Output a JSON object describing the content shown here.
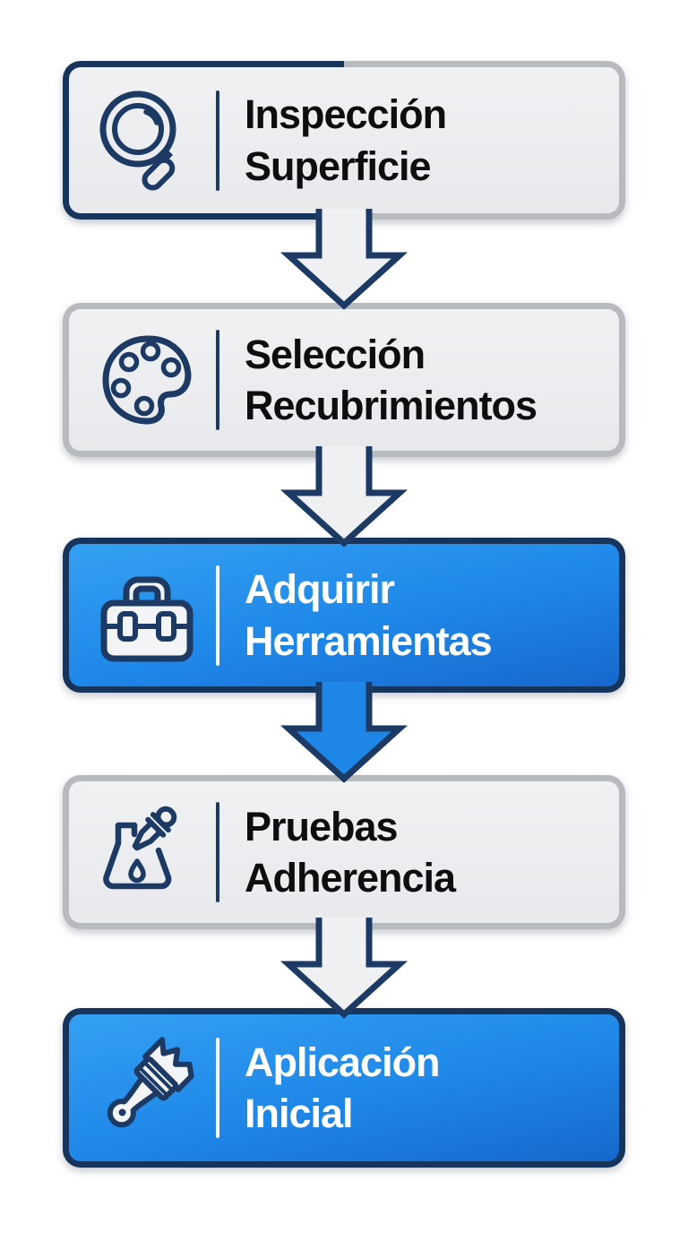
{
  "steps": [
    {
      "line1": "Inspección",
      "line2": "Superficie",
      "icon": "magnifier-icon",
      "variant": "gray-split-border"
    },
    {
      "line1": "Selección",
      "line2": "Recubrimientos",
      "icon": "palette-icon",
      "variant": "gray"
    },
    {
      "line1": "Adquirir",
      "line2": "Herramientas",
      "icon": "toolbox-icon",
      "variant": "blue"
    },
    {
      "line1": "Pruebas",
      "line2": "Adherencia",
      "icon": "flask-dropper-icon",
      "variant": "gray"
    },
    {
      "line1": "Aplicación",
      "line2": "Inicial",
      "icon": "paintbrush-icon",
      "variant": "blue"
    }
  ],
  "arrows": [
    {
      "direction": "down",
      "style": "light"
    },
    {
      "direction": "down",
      "style": "light"
    },
    {
      "direction": "down",
      "style": "blue"
    },
    {
      "direction": "down",
      "style": "light"
    }
  ],
  "colors": {
    "navy_outline": "#1c3a63",
    "gray_border": "#b7bbc0",
    "panel_fill": "#ecedef",
    "blue_gradient_top": "#34a0f2",
    "blue_gradient_bottom": "#1668cc",
    "arrow_light_fill": "#eef0f2",
    "arrow_blue_fill": "#1e86e6",
    "text_dark": "#0e0e10",
    "text_light": "#ffffff"
  }
}
